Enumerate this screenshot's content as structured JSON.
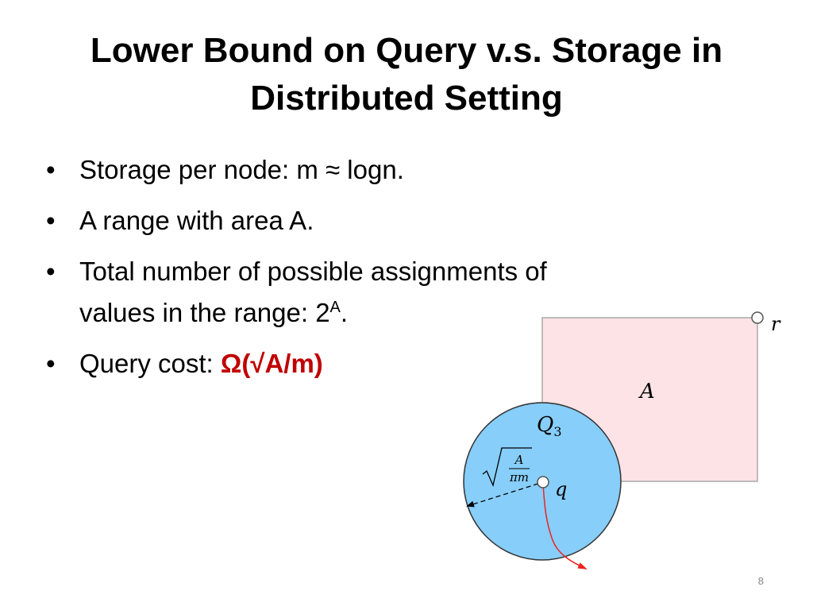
{
  "title": {
    "line1": "Lower Bound on Query v.s. Storage in",
    "line2": "Distributed Setting"
  },
  "bullets": {
    "b1": "Storage per node: m ≈ logn.",
    "b2": "A range with area A.",
    "b3_line1": "Total number of possible assignments of",
    "b3_line2": "values in the range: 2",
    "b3_sup": "A",
    "b3_end": ".",
    "b4_prefix": "Query cost: ",
    "b4_emph": "Ω(√A/m)"
  },
  "diagram": {
    "label_r": "r",
    "label_A": "A",
    "label_Q": "Q",
    "label_Q_sub": "3",
    "label_q": "q",
    "sqrt_num": "A",
    "sqrt_den": "πm"
  },
  "colors": {
    "emphasis": "#c00000",
    "rect_fill": "#fde3e6",
    "rect_stroke": "#a9a9a9",
    "circle_fill": "#87cefa",
    "arrow_red": "#ee2222"
  },
  "page_number": "8"
}
